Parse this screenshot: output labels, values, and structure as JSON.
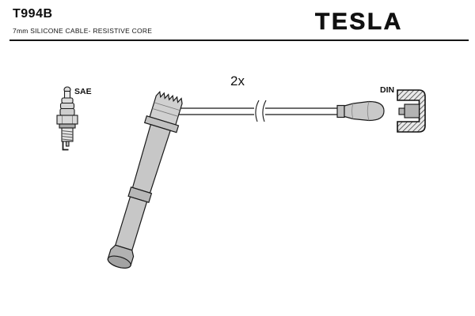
{
  "header": {
    "part_number": "T994B",
    "subtitle": "7mm SILICONE CABLE- RESISTIVE CORE",
    "brand": "TESLA"
  },
  "diagram": {
    "quantity_label": "2x",
    "spark_plug_label": "SAE",
    "connector_label": "DIN"
  },
  "colors": {
    "ink": "#111111",
    "boot_fill": "#c6c6c6",
    "metal_fill": "#e3e3e3",
    "background": "#ffffff"
  }
}
